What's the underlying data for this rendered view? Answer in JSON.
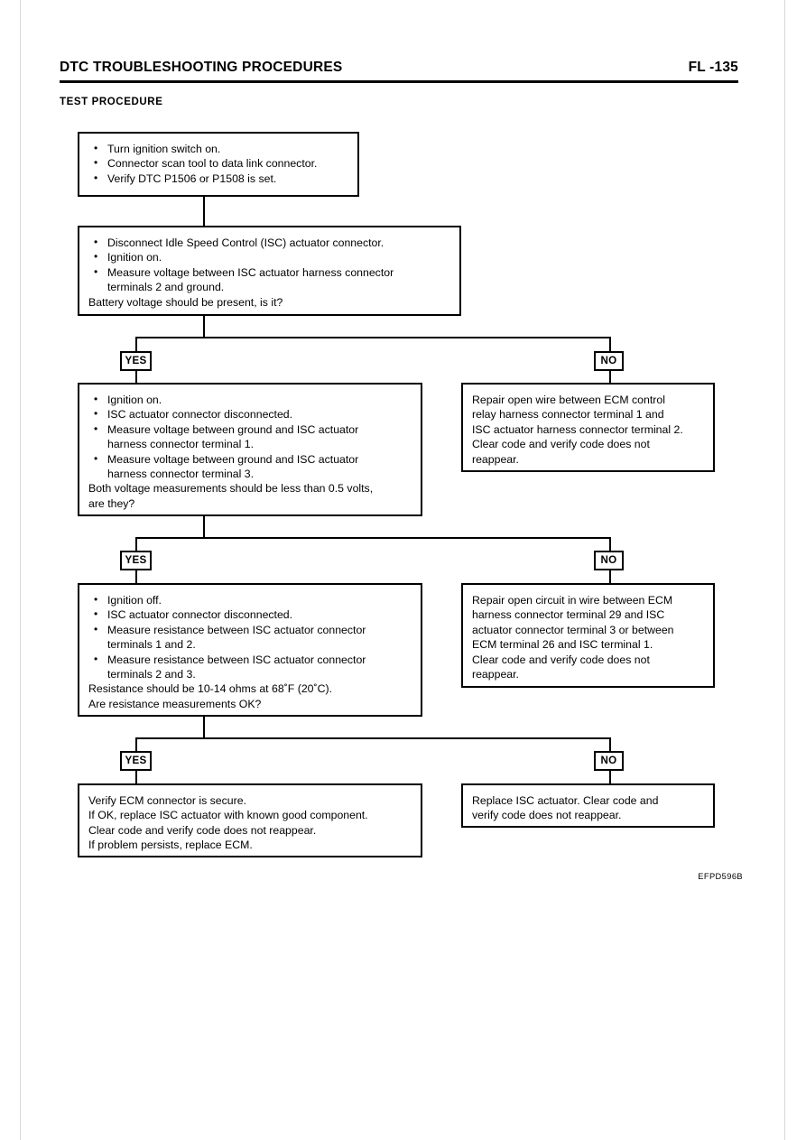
{
  "header": {
    "title": "DTC TROUBLESHOOTING PROCEDURES",
    "page_label": "FL -135"
  },
  "section": {
    "title": "TEST  PROCEDURE"
  },
  "flow": {
    "step1": {
      "bullets": [
        "Turn ignition switch on.",
        "Connector scan tool to data link connector.",
        "Verify DTC P1506 or P1508 is set."
      ]
    },
    "step2": {
      "bullets": [
        "Disconnect Idle Speed Control (ISC) actuator connector.",
        "Ignition on.",
        "Measure voltage between ISC actuator harness connector"
      ],
      "bullet3_cont": "terminals 2 and ground.",
      "question": "Battery voltage should be present, is it?"
    },
    "step3": {
      "bullets": [
        "Ignition on.",
        "ISC actuator connector disconnected.",
        "Measure voltage between ground and ISC actuator",
        "Measure voltage between ground and ISC actuator"
      ],
      "bullet3_cont": "harness connector terminal 1.",
      "bullet4_cont": "harness connector terminal 3.",
      "conclusion": "Both voltage measurements should be less than 0.5 volts,",
      "question": "are they?"
    },
    "step4": {
      "bullets": [
        "Ignition off.",
        "ISC actuator connector disconnected.",
        "Measure resistance between ISC actuator connector",
        "Measure resistance between ISC actuator connector"
      ],
      "bullet3_cont": "terminals 1 and 2.",
      "bullet4_cont": "terminals 2 and 3.",
      "spec": "Resistance should be 10-14 ohms at 68˚F (20˚C).",
      "question": "Are resistance measurements OK?"
    },
    "step5": {
      "lines": [
        "Verify ECM connector is secure.",
        "If OK, replace ISC actuator with known good component.",
        "Clear code and verify code does not reappear.",
        "If problem persists, replace ECM."
      ]
    },
    "repair1": {
      "lines": [
        "Repair open wire between ECM control",
        "relay harness connector terminal 1 and",
        "ISC actuator harness connector terminal 2.",
        "Clear code and verify code does not",
        "reappear."
      ]
    },
    "repair2": {
      "lines": [
        "Repair open circuit in wire between ECM",
        "harness connector terminal 29 and ISC",
        "actuator connector terminal 3 or between",
        "ECM terminal 26 and ISC terminal 1.",
        "Clear code and verify code does not",
        "reappear."
      ]
    },
    "repair3": {
      "lines": [
        "Replace ISC actuator. Clear code and",
        "verify code does not reappear."
      ]
    },
    "branches": {
      "yes1": "YES",
      "no1": "NO",
      "yes2": "YES",
      "no2": "NO",
      "yes3": "YES",
      "no3": "NO"
    }
  },
  "figure_code": "EFPD596B"
}
